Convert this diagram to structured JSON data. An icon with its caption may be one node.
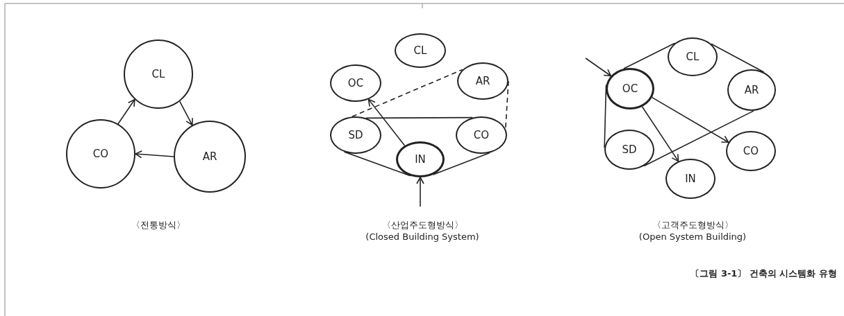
{
  "diagram": {
    "caption": "〔그림 3-1〕 건축의 시스템화 유형",
    "nodes": [
      {
        "text": [
          "CL"
        ]
      },
      {
        "text": [
          "CO"
        ]
      },
      {
        "text": [
          "AR"
        ]
      },
      {
        "text": [
          "CL"
        ]
      },
      {
        "text": [
          "OC"
        ]
      },
      {
        "text": [
          "AR"
        ]
      },
      {
        "text": [
          "SD"
        ]
      },
      {
        "text": [
          "CO"
        ]
      },
      {
        "text": [
          "IN"
        ]
      },
      {
        "text": [
          "CL"
        ]
      },
      {
        "text": [
          "OC"
        ]
      },
      {
        "text": [
          "AR"
        ]
      },
      {
        "text": [
          "SD"
        ]
      },
      {
        "text": [
          "CO"
        ]
      },
      {
        "text": [
          "IN"
        ]
      }
    ],
    "edges": [
      {
        "from": 1,
        "to": 0,
        "arrow": "to"
      },
      {
        "from": 0,
        "to": 2,
        "arrow": "to"
      },
      {
        "from": 2,
        "to": 1,
        "arrow": "to"
      },
      {
        "from": 8,
        "to": 4,
        "arrow": "to"
      },
      {
        "from": 6,
        "to": 5,
        "arrow": "none",
        "style": "dashed"
      },
      {
        "from": 5,
        "to": 7,
        "arrow": "none",
        "style": "dashed"
      },
      {
        "from": 6,
        "to": 7,
        "arrow": "none"
      },
      {
        "from": 6,
        "to": 8,
        "arrow": "none"
      },
      {
        "from": 8,
        "to": 7,
        "arrow": "none"
      },
      {
        "from": null,
        "to": 8,
        "arrow": "to"
      },
      {
        "from": null,
        "to": 10,
        "arrow": "to"
      },
      {
        "from": 10,
        "to": 9,
        "arrow": "none"
      },
      {
        "from": 9,
        "to": 11,
        "arrow": "none"
      },
      {
        "from": 11,
        "to": 12,
        "arrow": "none"
      },
      {
        "from": 10,
        "to": 12,
        "arrow": "none"
      },
      {
        "from": 10,
        "to": 14,
        "arrow": "to"
      },
      {
        "from": 10,
        "to": 13,
        "arrow": "to"
      }
    ],
    "labels": [
      "〈전통방식〉",
      "〈산업주도형방식〉",
      "(Closed Building System)",
      "〈고객주도형방식〉",
      "(Open System Building)"
    ]
  }
}
